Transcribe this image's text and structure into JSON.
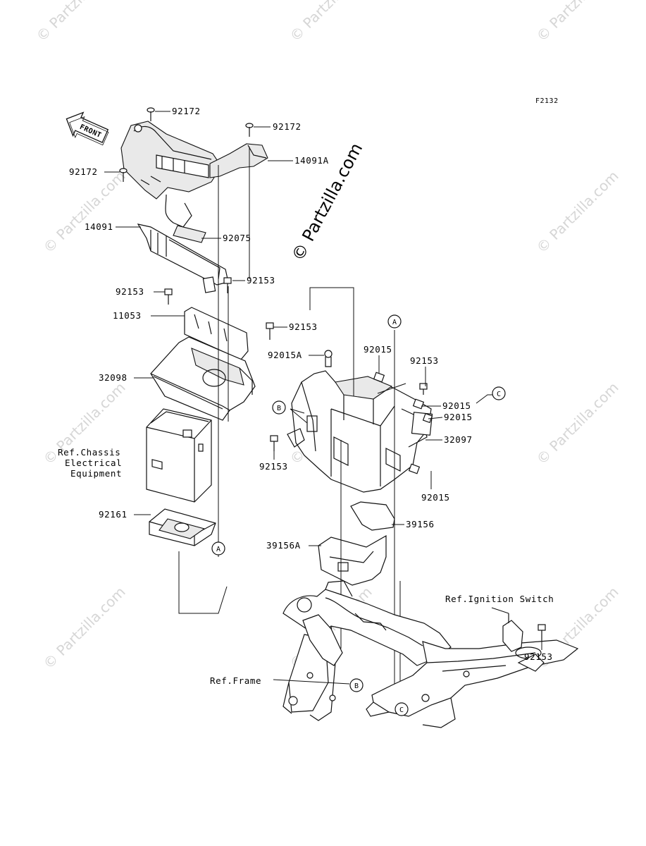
{
  "diagram": {
    "figure_code": "F2132",
    "front_arrow_label": "FRONT",
    "watermark_center": "© Partzilla.com",
    "watermark_small": "© Partzilla.com",
    "parts": {
      "p92172_top": "92172",
      "p92172_mid": "92172",
      "p92172_left": "92172",
      "p14091A": "14091A",
      "p14091": "14091",
      "p92075": "92075",
      "p92153_a": "92153",
      "p92153_b": "92153",
      "p11053": "11053",
      "p92153_c": "92153",
      "p92015A": "92015A",
      "p32098": "32098",
      "p92015_a": "92015",
      "p92153_d": "92153",
      "p92015_b": "92015",
      "p92015_c": "92015",
      "p32097": "32097",
      "p92153_e": "92153",
      "p92015_d": "92015",
      "p92161": "92161",
      "p39156": "39156",
      "p39156A": "39156A",
      "p92153_f": "92153"
    },
    "refs": {
      "chassis_line1": "Ref.Chassis",
      "chassis_line2": "Electrical",
      "chassis_line3": "Equipment",
      "ignition": "Ref.Ignition Switch",
      "frame": "Ref.Frame"
    },
    "callouts": {
      "A_top": "A",
      "A_bottom": "A",
      "B_left": "B",
      "B_frame": "B",
      "C_right": "C",
      "C_frame": "C"
    }
  }
}
